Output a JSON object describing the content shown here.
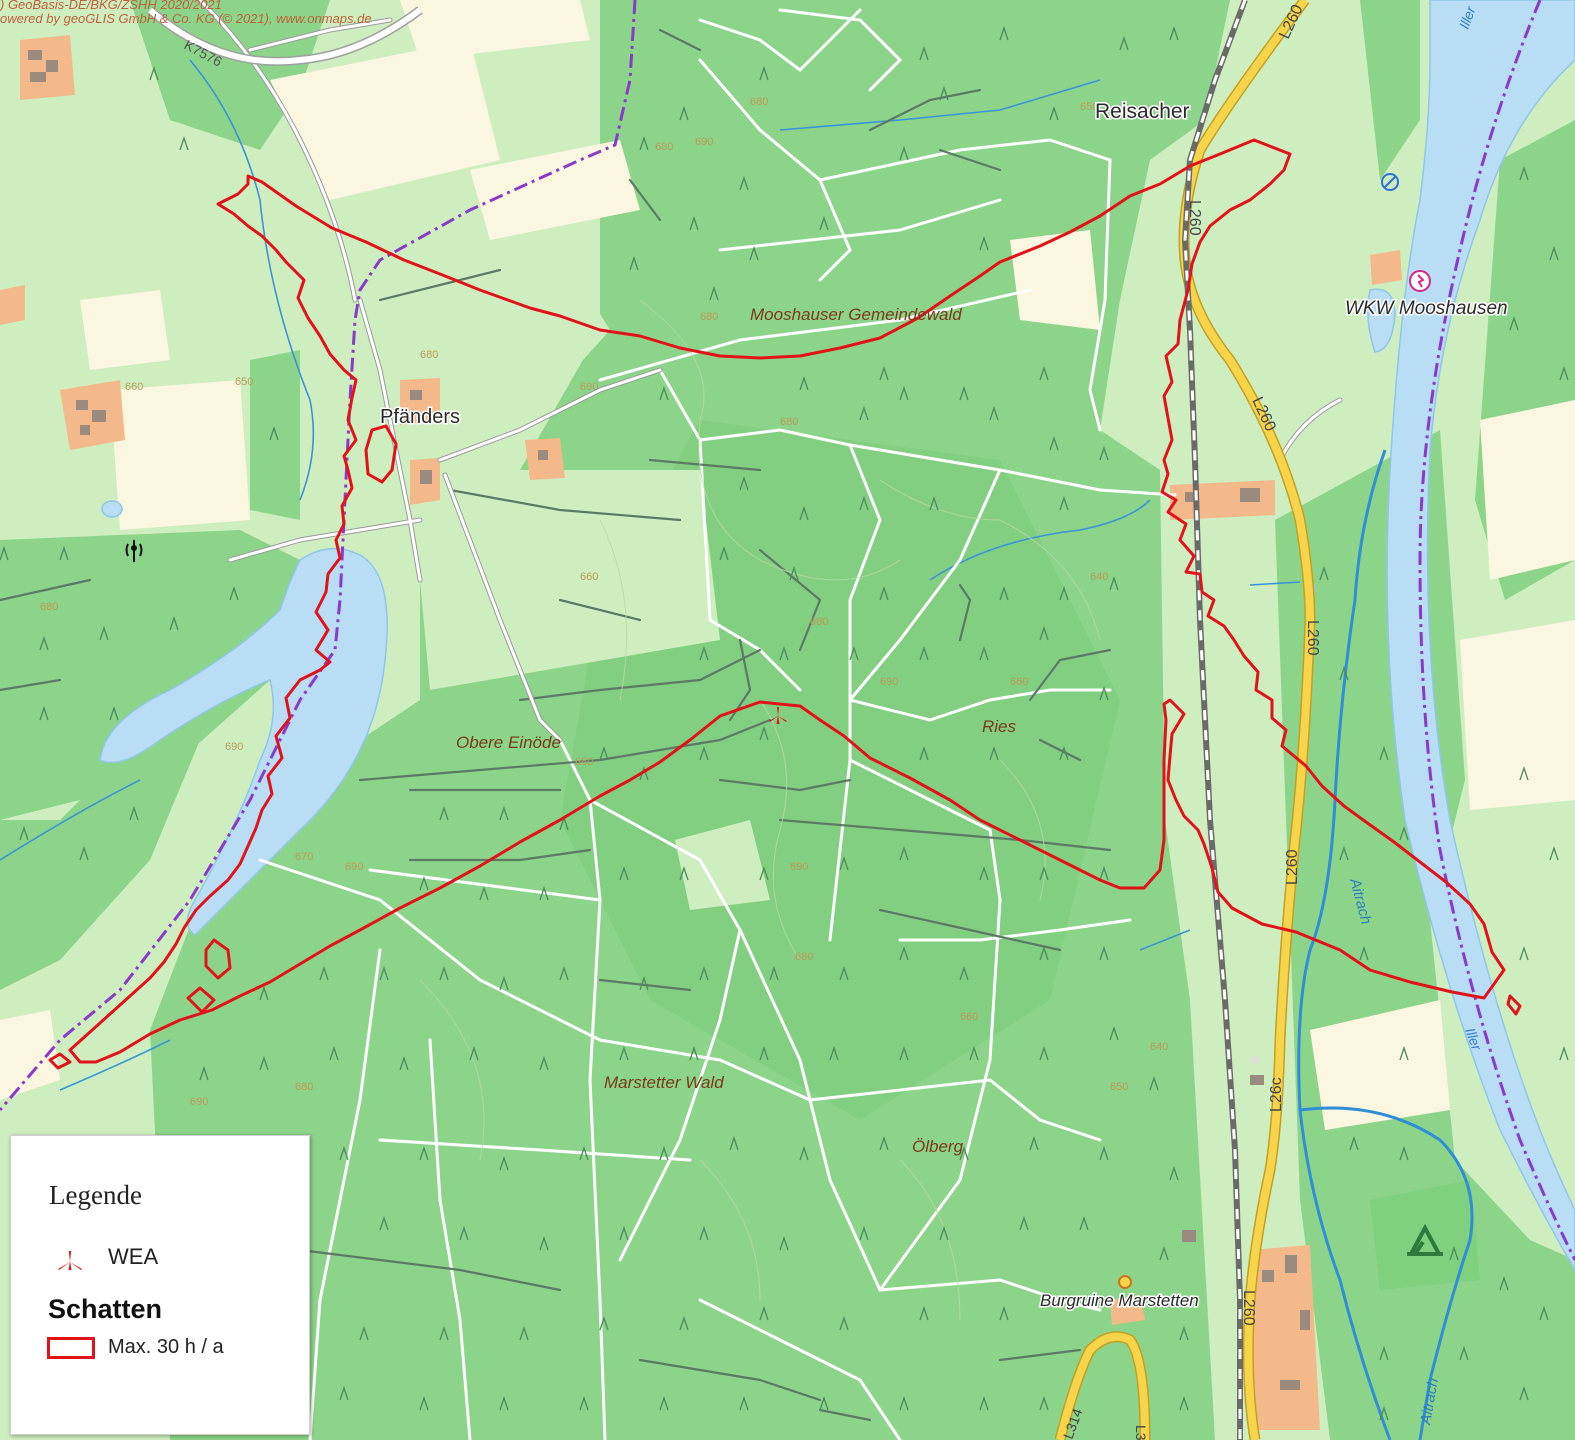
{
  "attribution": {
    "line1": ") GeoBasis-DE/BKG/ZSHH 2020/2021",
    "line2": "owered by geoGLIS GmbH & Co. KG (© 2021), www.onmaps.de"
  },
  "places": {
    "reisacher": "Reisacher",
    "pfaenders": "Pfänders",
    "wkw": "WKW Mooshausen",
    "gemeindewald": "Mooshauser Gemeindewald",
    "obere_einoede": "Obere Einöde",
    "ries": "Ries",
    "marstetter_wald": "Marstetter Wald",
    "oelberg": "Ölberg",
    "burgruine": "Burgruine Marstetten"
  },
  "roads": {
    "k7576": "K7576",
    "l260": "L260",
    "l26c": "L26c",
    "l3": "L3",
    "l314": "L314"
  },
  "waterways": {
    "aitrach": "Aitrach",
    "iller": "Iller"
  },
  "contours": {
    "c640": "640",
    "c650": "650",
    "c660": "660",
    "c670": "670",
    "c680": "680",
    "c690": "690"
  },
  "legend": {
    "title": "Legende",
    "wea_label": "WEA",
    "section": "Schatten",
    "swatch_label": "Max. 30 h / a"
  },
  "colors": {
    "forest": "#8cd48a",
    "meadow": "#cfeec0",
    "field": "#fbf6e0",
    "water": "#b9ddf5",
    "road_yellow": "#f7d44a",
    "shadow_outline": "#e2121b",
    "boundary": "#8a3ac8",
    "settlement": "#f4b98a"
  },
  "icons": {
    "wea": "wind-turbine-icon",
    "antenna": "antenna-icon",
    "power_plant": "power-plant-icon",
    "campsite": "campsite-icon",
    "ruin": "ruin-icon",
    "tree": "tree-icon"
  }
}
